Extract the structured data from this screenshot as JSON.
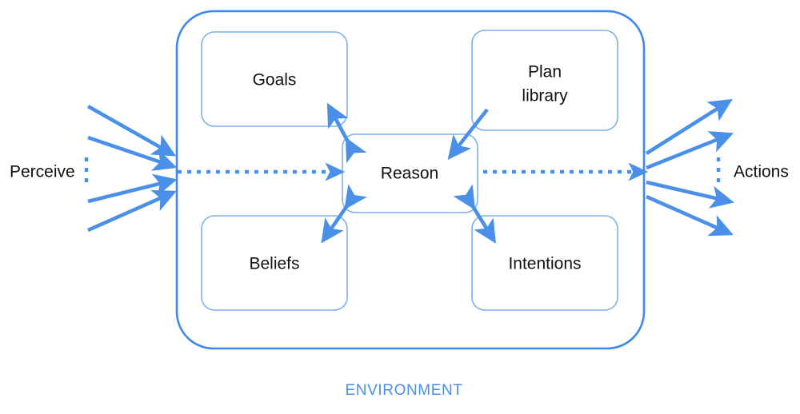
{
  "diagram": {
    "title_label": "ENVIRONMENT",
    "accent_color": "#4a90e8",
    "outer_border_color": "#3d88ec",
    "inner_border_color": "#7cb0ee",
    "text_color": "#111111",
    "background_color": "#ffffff",
    "left_label": "Perceive",
    "right_label": "Actions",
    "nodes": [
      {
        "id": "goals",
        "label": "Goals"
      },
      {
        "id": "plan-library",
        "label": "Plan library",
        "line1": "Plan",
        "line2": "library"
      },
      {
        "id": "reason",
        "label": "Reason"
      },
      {
        "id": "beliefs",
        "label": "Beliefs"
      },
      {
        "id": "intentions",
        "label": "Intentions"
      }
    ],
    "connections": [
      {
        "from": "goals",
        "to": "reason",
        "kind": "bidirectional"
      },
      {
        "from": "plan-library",
        "to": "reason",
        "kind": "directed"
      },
      {
        "from": "beliefs",
        "to": "reason",
        "kind": "bidirectional"
      },
      {
        "from": "intentions",
        "to": "reason",
        "kind": "bidirectional"
      },
      {
        "from": "perceive",
        "to": "reason",
        "kind": "dotted-directed"
      },
      {
        "from": "reason",
        "to": "actions",
        "kind": "dotted-directed"
      }
    ],
    "perceive_arrow_count": 4,
    "action_arrow_count": 4
  }
}
